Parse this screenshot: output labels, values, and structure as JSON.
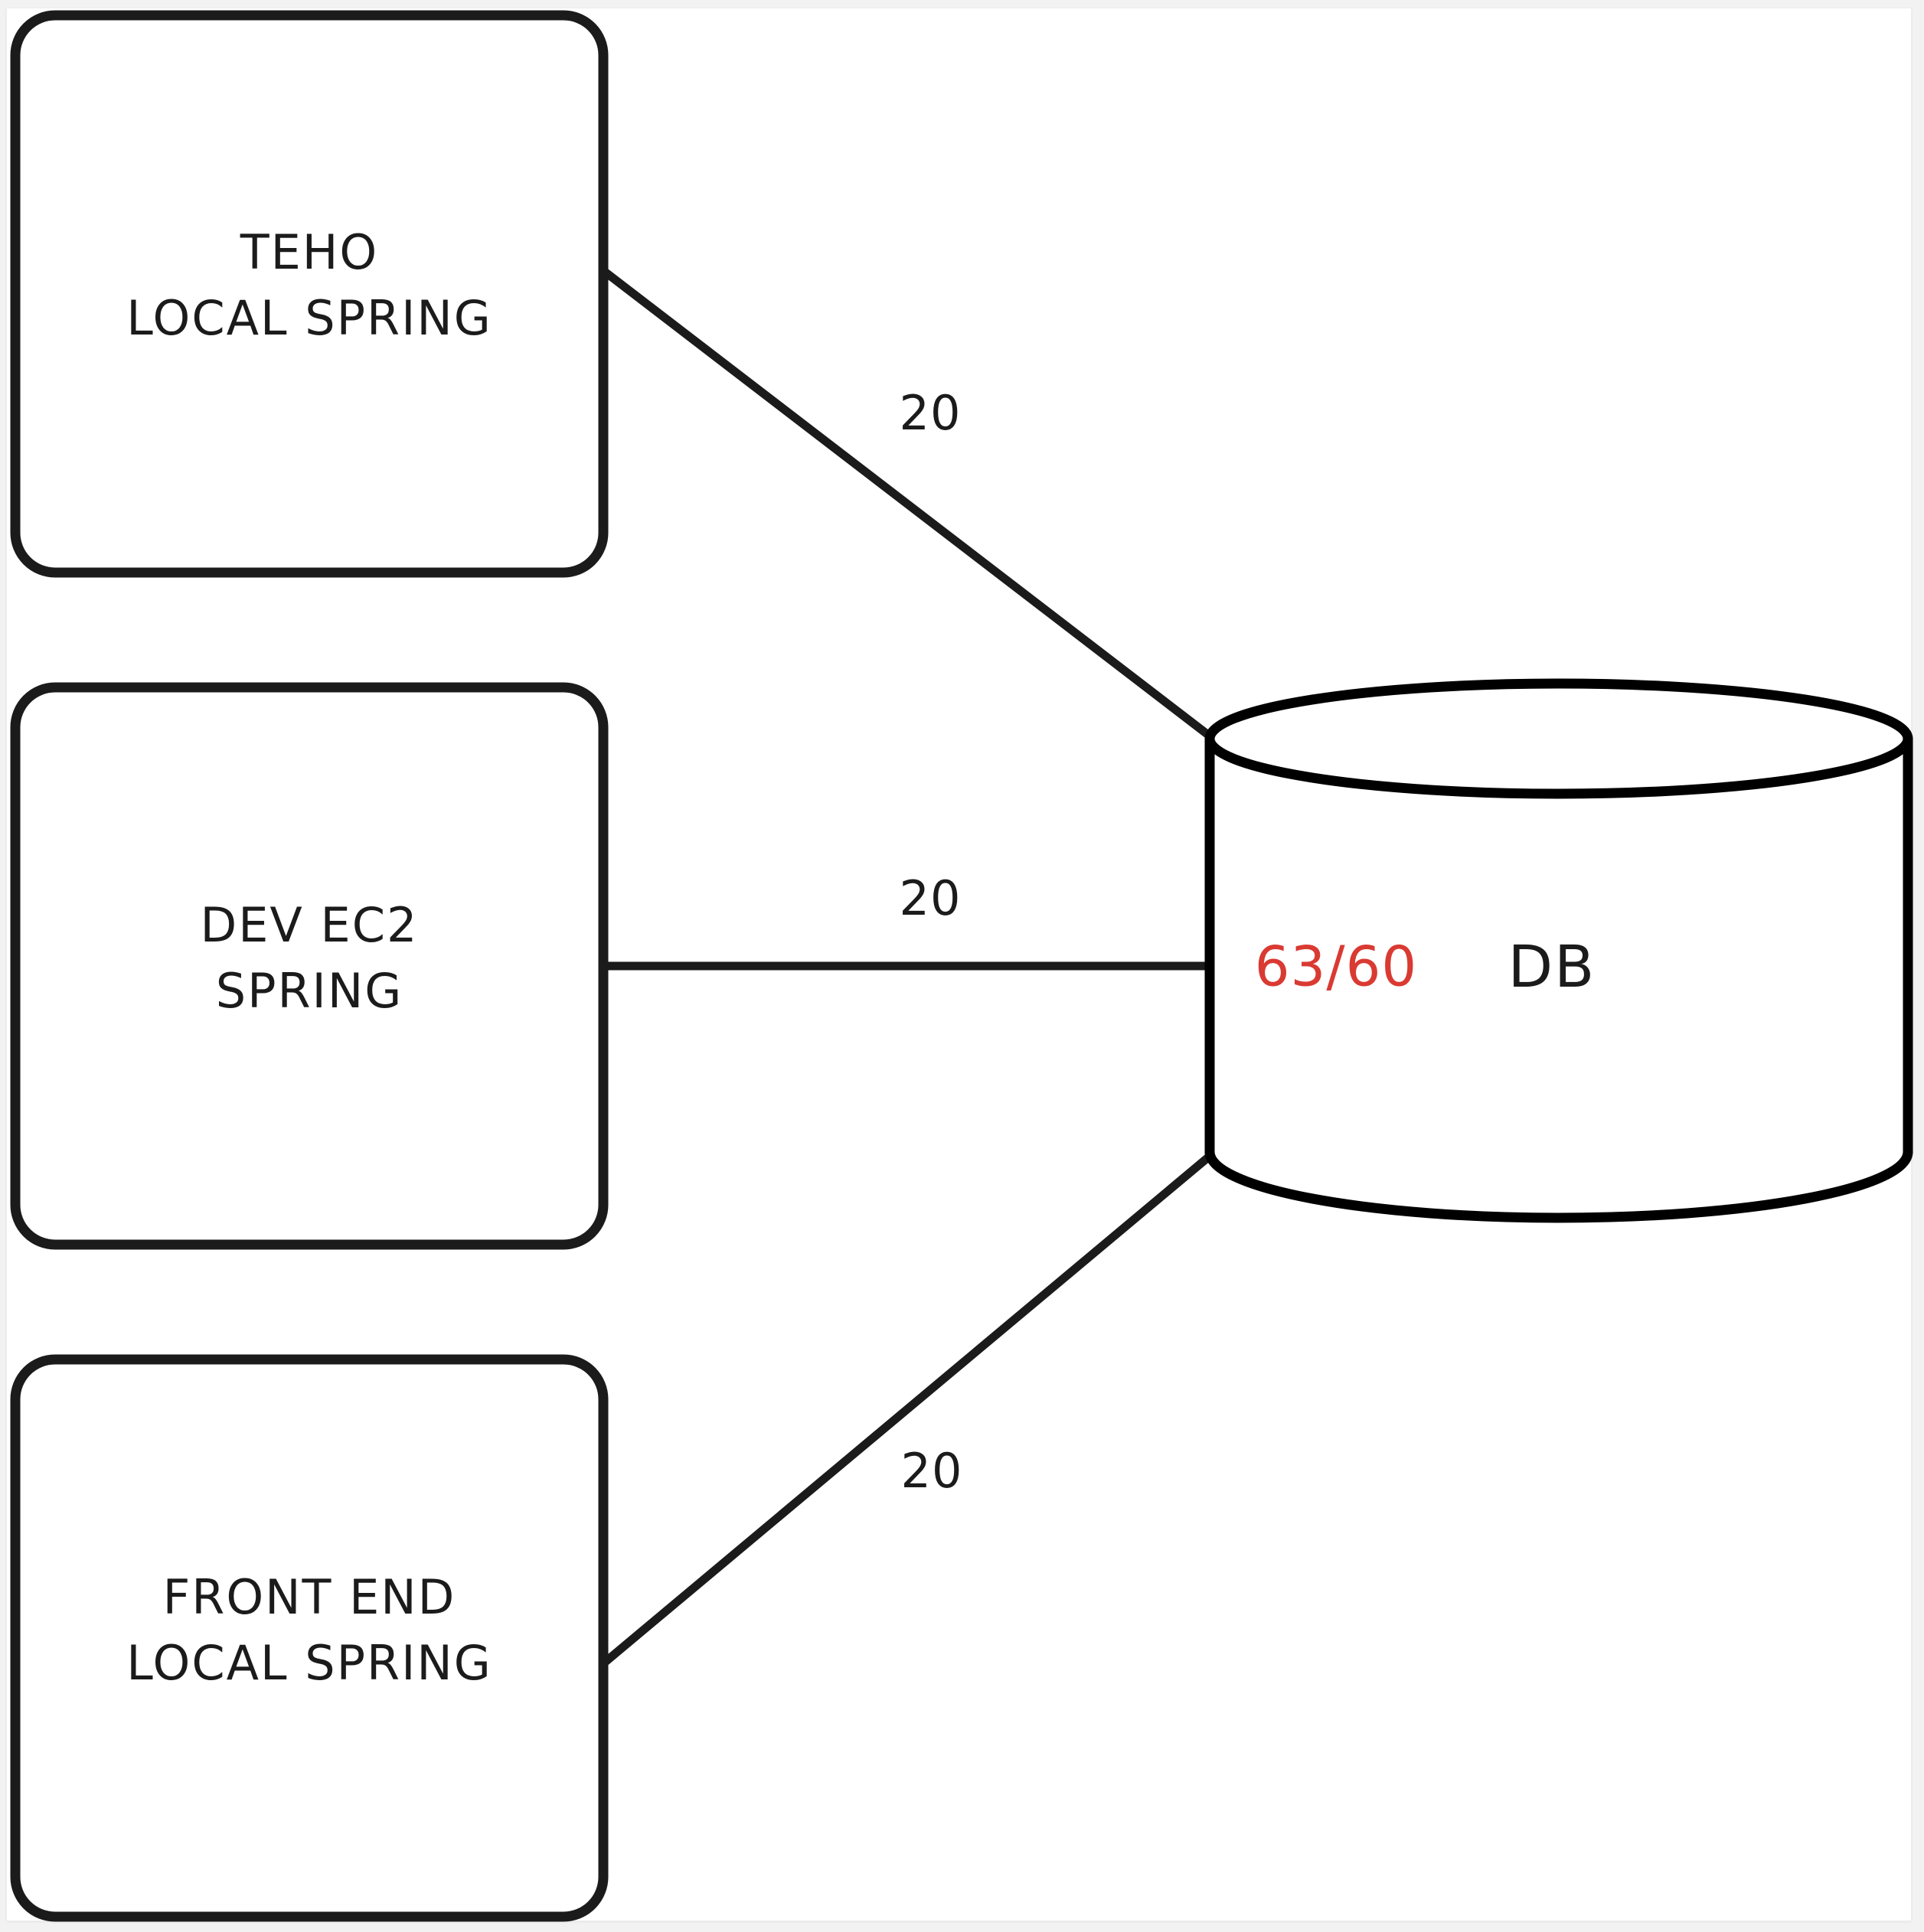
{
  "diagram": {
    "type": "architecture-connection-diagram",
    "background_color": "#ffffff",
    "page_background_color": "#f2f2f2",
    "stroke_color": "#1b1b1b",
    "accent_color": "#D93A32",
    "nodes": [
      {
        "id": "teho-local-spring",
        "shape": "rounded-rectangle",
        "line1": "TEHO",
        "line2": "LOCAL SPRING"
      },
      {
        "id": "dev-ec2-spring",
        "shape": "rounded-rectangle",
        "line1": "DEV EC2",
        "line2": "SPRING"
      },
      {
        "id": "front-end-local-spring",
        "shape": "rounded-rectangle",
        "line1": "FRONT END",
        "line2": "LOCAL SPRING"
      }
    ],
    "database": {
      "id": "db",
      "shape": "cylinder",
      "label": "DB",
      "connection_count": "63/60",
      "connection_count_color": "#D93A32"
    },
    "edges": [
      {
        "from": "teho-local-spring",
        "to": "db",
        "label": "20"
      },
      {
        "from": "dev-ec2-spring",
        "to": "db",
        "label": "20"
      },
      {
        "from": "front-end-local-spring",
        "to": "db",
        "label": "20"
      }
    ]
  }
}
